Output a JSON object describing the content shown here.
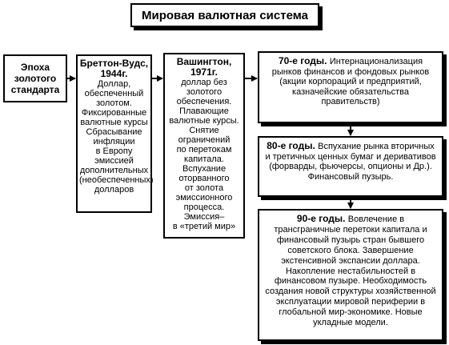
{
  "title": "Мировая валютная система",
  "gold_standard": {
    "lines": [
      "Эпоха",
      "золотого",
      "стандарта"
    ]
  },
  "bretton_woods": {
    "heading": "Бреттон-Вудс, 1944г.",
    "lines": [
      "Доллар,",
      "обеспеченный",
      "золотом.",
      "Фиксированные",
      "валютные курсы",
      "Сбрасывание",
      "инфляции",
      "в Европу",
      "эмиссией",
      "дополнительных",
      "(необеспеченных)",
      "долларов"
    ]
  },
  "washington": {
    "heading": "Вашингтон, 1971г.",
    "lines": [
      "доллар без",
      "золотого",
      "обеспечения.",
      "Плавающие",
      "валютные курсы.",
      "Снятие",
      "ограничений",
      "по перетокам",
      "капитала.",
      "Вспухание",
      "оторванного",
      "от золота",
      "эмиссионного",
      "процесса.",
      "Эмиссия–",
      "в «третий мир»"
    ]
  },
  "seventies": {
    "heading": "70-е годы.",
    "text": "Интернационализация рынков финансов и фондовых рынков (акции корпораций и предприятий, казначейские обязательства правительств)"
  },
  "eighties": {
    "heading": "80-е годы.",
    "text": "Вспухание рынка вторичных и третичных ценных бумаг и деривативов (форварды, фьючерсы, опционы и Др.). Финансовый пузырь."
  },
  "nineties": {
    "heading": "90-е годы.",
    "text": "Вовлечение в трансграничные перетоки капитала и финансовый пузырь стран бывшего советского блока. Завершение экстенсивной экспансии доллара. Накопление нестабильностей в финансовом пузыре. Необходимость создания новой структуры хозяйственной эксплуатации мировой периферии в глобальной мир-экономике. Новые укладные модели."
  }
}
